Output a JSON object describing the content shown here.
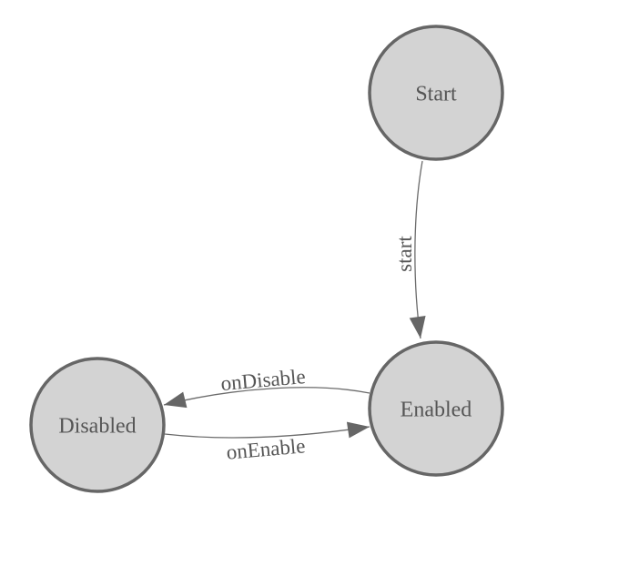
{
  "diagram": {
    "type": "state-machine",
    "background": "#ffffff",
    "colors": {
      "node_fill": "#d3d3d3",
      "node_stroke": "#666666",
      "label_text": "#555555",
      "edge_line": "#6b6b6b",
      "arrowhead": "#666666"
    },
    "states": [
      {
        "id": "start",
        "label": "Start"
      },
      {
        "id": "enabled",
        "label": "Enabled"
      },
      {
        "id": "disabled",
        "label": "Disabled"
      }
    ],
    "transitions": [
      {
        "id": "start-transition",
        "label": "start",
        "from": "Start",
        "to": "Enabled"
      },
      {
        "id": "on-disable-transition",
        "label": "onDisable",
        "from": "Enabled",
        "to": "Disabled"
      },
      {
        "id": "on-enable-transition",
        "label": "onEnable",
        "from": "Disabled",
        "to": "Enabled"
      }
    ]
  }
}
